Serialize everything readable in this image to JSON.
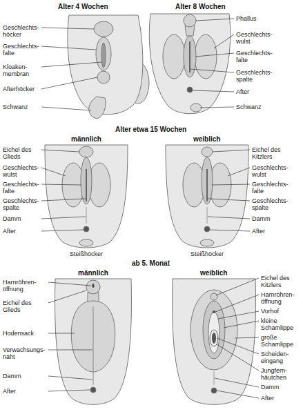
{
  "diagram": {
    "labels": [
      "Alter 4 Wochen",
      "Alter 8 Wochen",
      "Geschlechts- höcker",
      "Geschlechts- falte",
      "Kloaken- membran",
      "Afterhöcker",
      "Schwanz",
      "Phallus",
      "Geschlechts- wulst",
      "Geschlechts- falte",
      "Geschlechts- spalte",
      "After",
      "Schwanz",
      "Alter etwa 15 Wochen",
      "männlich",
      "weiblich",
      "Eichel des Glieds",
      "Geschlechts- wulst",
      "Geschlechts- falte",
      "Geschlechts- spalte",
      "Damm",
      "After",
      "Steißhöcker",
      "Eichel des Kitzlers",
      "Geschlechts- wulst",
      "Geschlechts- falte",
      "Geschlechts- spalte",
      "Damm",
      "After",
      "Steißhöcker",
      "ab 5. Monat",
      "männlich",
      "weiblich",
      "Harnröhren- öffnung",
      "Eichel des Glieds",
      "Hodensack",
      "Verwachsungs- naht",
      "Damm",
      "After",
      "Eichel des Kitzlers",
      "Harnröhren- öffnung",
      "Vorhof",
      "kleine Schamlippe",
      "große Schamlippe",
      "Scheiden- eingang",
      "Jungfern- häutchen",
      "Damm",
      "After"
    ]
  }
}
